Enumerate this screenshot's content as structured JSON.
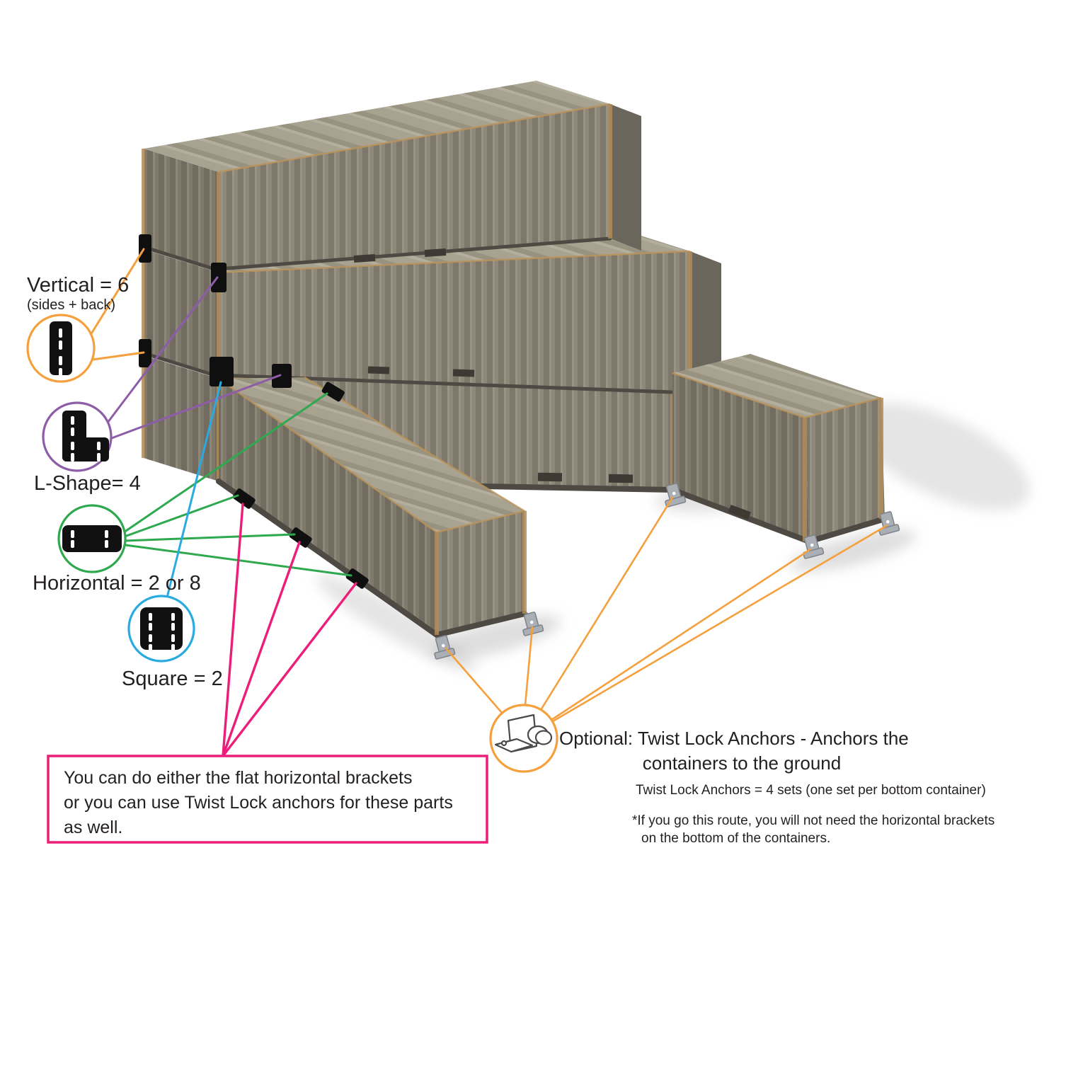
{
  "legend": {
    "vertical": {
      "label": "Vertical = 6",
      "sub": "(sides + back)",
      "color": "#F5A03C"
    },
    "lshape": {
      "label": "L-Shape= 4",
      "color": "#8E5DA8"
    },
    "horizontal": {
      "label": "Horizontal = 2 or 8",
      "color": "#2EA94F"
    },
    "square": {
      "label": "Square = 2",
      "color": "#29ABE2"
    }
  },
  "anchors_note": {
    "heading_line1": "Optional: Twist Lock Anchors - Anchors the",
    "heading_line2": "containers to the ground",
    "sets_line": "Twist Lock Anchors = 4 sets (one set per bottom container)",
    "footnote_line1": "*If you go this route, you will not need the horizontal brackets",
    "footnote_line2": "on the bottom of the containers.",
    "color": "#F5A03C"
  },
  "note_box": {
    "lines": [
      "You can do either the flat horizontal brackets",
      "or you can use Twist Lock anchors for these parts",
      "as well."
    ],
    "border_color": "#EC1E79"
  },
  "icons": {
    "vertical_bracket": "vertical-plate-with-slots-icon",
    "l_bracket": "l-plate-with-slots-icon",
    "horizontal_bracket": "horizontal-plate-with-slots-icon",
    "square_bracket": "square-plate-with-slots-icon",
    "twist_lock_anchor": "twist-lock-anchor-icon"
  },
  "colors": {
    "orange": "#F5A03C",
    "purple": "#8E5DA8",
    "green": "#2EA94F",
    "cyan": "#29ABE2",
    "pink": "#EC1E79",
    "text": "#231F20",
    "container_front": "#8E887A",
    "container_end": "#7F7A6C",
    "container_top": "#A8A290",
    "frame_rust": "#B08C58",
    "anchor_gray": "#A9AFB5"
  }
}
